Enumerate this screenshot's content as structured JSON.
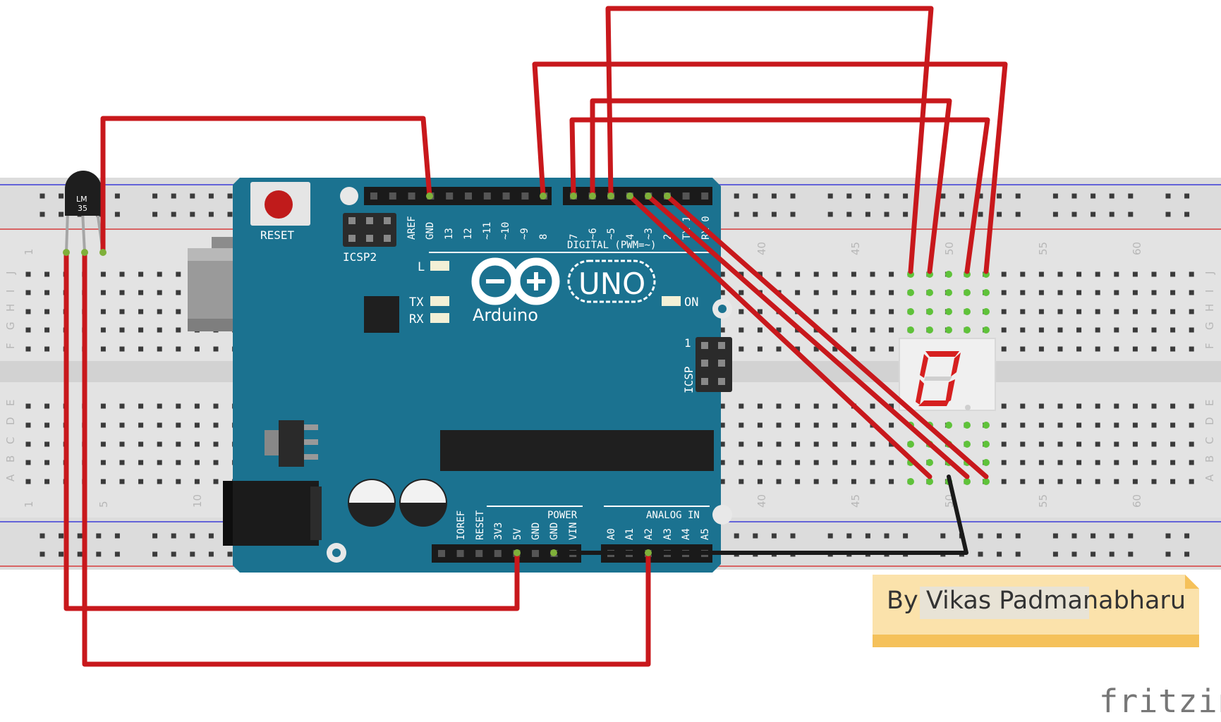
{
  "note": {
    "prefix": "By ",
    "author": "Vikas Padmanabharu"
  },
  "brand": "fritzing",
  "sensor": {
    "label_top": "LM",
    "label_bottom": "35"
  },
  "arduino": {
    "reset_label": "RESET",
    "icsp2_label": "ICSP2",
    "icsp_label": "ICSP",
    "icsp_pin1": "1",
    "led_l": "L",
    "led_tx": "TX",
    "led_rx": "RX",
    "led_on": "ON",
    "logo_name": "Arduino",
    "logo_model": "UNO",
    "digital_label": "DIGITAL (PWM=~)",
    "power_label": "POWER",
    "analog_label": "ANALOG IN",
    "digital_pins": [
      "AREF",
      "GND",
      "13",
      "12",
      "~11",
      "~10",
      "~9",
      "8",
      "7",
      "~6",
      "~5",
      "4",
      "~3",
      "2",
      "TX 1",
      "RX 0"
    ],
    "power_pins": [
      "IOREF",
      "RESET",
      "3V3",
      "5V",
      "GND",
      "GND",
      "VIN"
    ],
    "analog_pins": [
      "A0",
      "A1",
      "A2",
      "A3",
      "A4",
      "A5"
    ]
  },
  "breadboard": {
    "column_numbers": [
      "1",
      "5",
      "10",
      "40",
      "45",
      "50",
      "55",
      "60"
    ],
    "row_letters_top": [
      "J",
      "I",
      "H",
      "G",
      "F"
    ],
    "row_letters_bottom": [
      "E",
      "D",
      "C",
      "B",
      "A"
    ]
  },
  "colors": {
    "wire_red": "#c8181c",
    "wire_black": "#1a1a1a",
    "board_teal": "#1b7290",
    "breadboard": "#e3e3e3",
    "note_fill": "#fbe2ab",
    "note_bar": "#f5c15a"
  }
}
